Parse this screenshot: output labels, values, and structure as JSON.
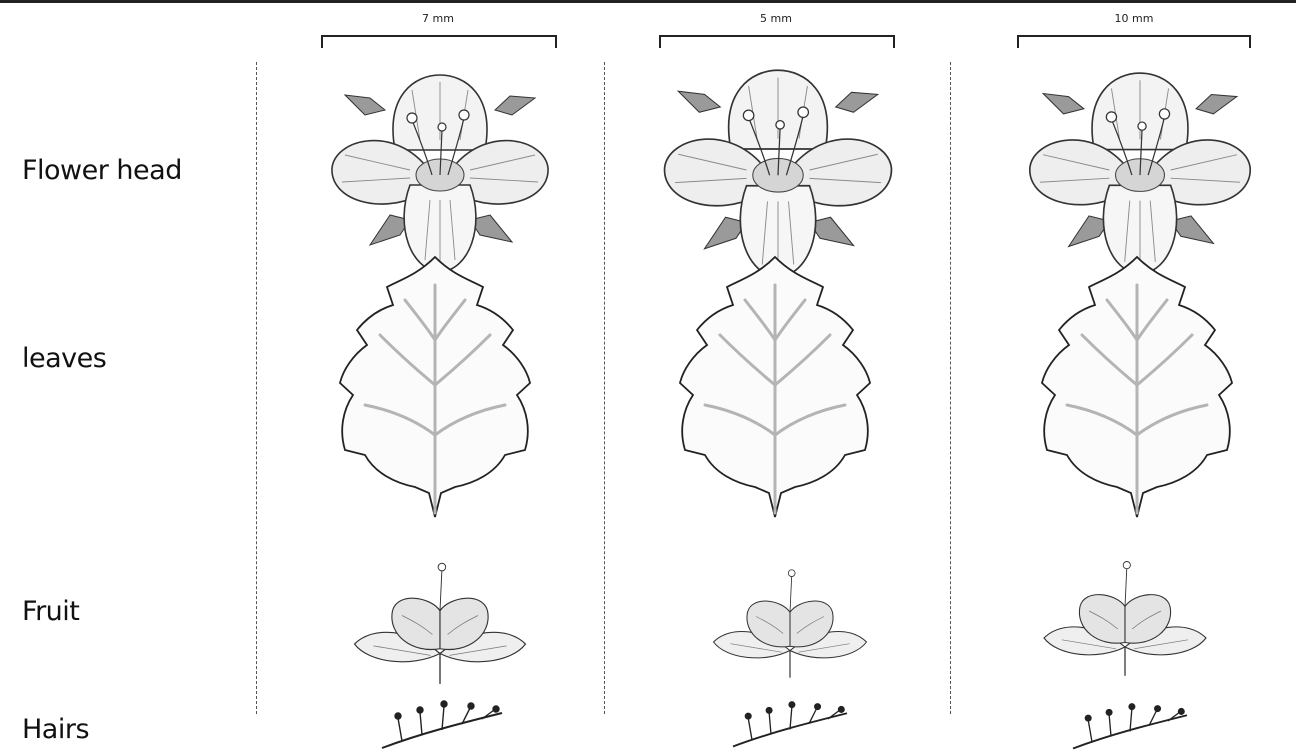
{
  "scale_bars": [
    "7 mm",
    "5 mm",
    "10 mm"
  ],
  "rows": [
    "Flower head",
    "leaves",
    "Fruit",
    "Hairs"
  ],
  "colors": {
    "ink": "#222222",
    "vein": "#b4b4b4",
    "shade": "#7a7a7a"
  }
}
